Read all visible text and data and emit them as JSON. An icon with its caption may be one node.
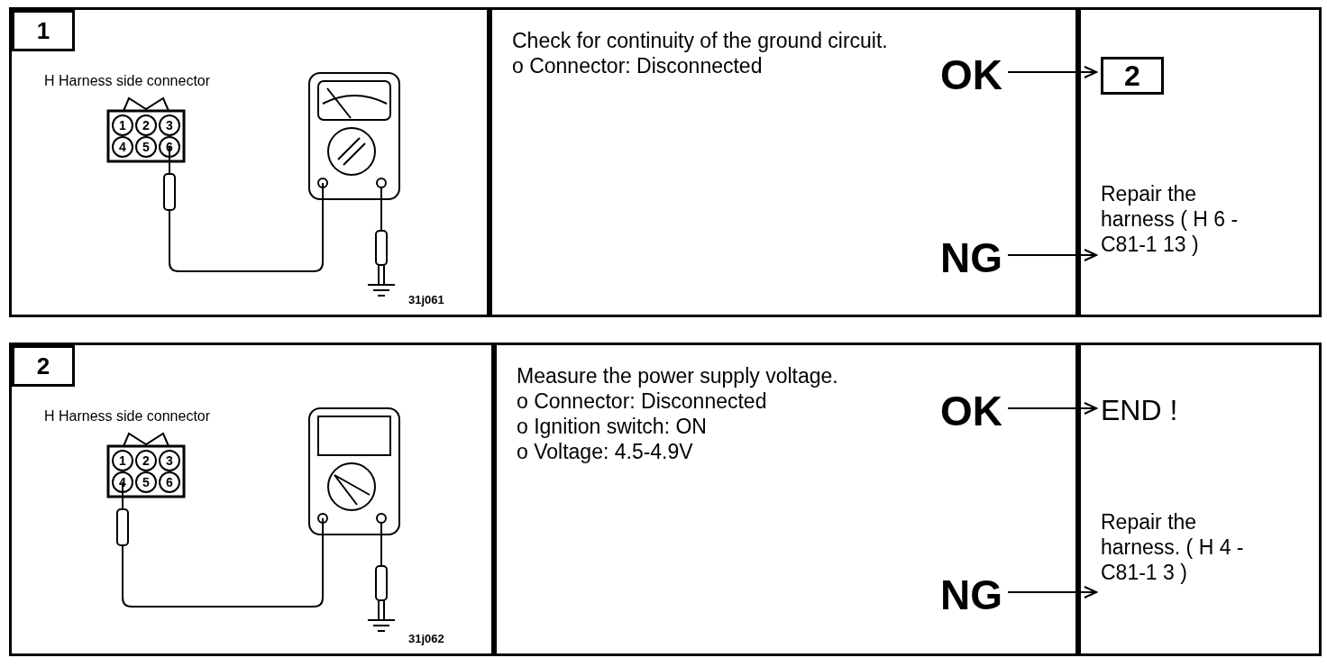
{
  "diagram": {
    "nodes": [
      {
        "text": [
          "H Harness side connector",
          "31j061"
        ]
      },
      {
        "text": [
          "1"
        ],
        "in": 0
      },
      {
        "text": [
          "Check for continuity of the ground circuit.",
          "o Connector: Disconnected"
        ]
      },
      {
        "text": [
          "OK"
        ],
        "in": 2
      },
      {
        "text": [
          "NG"
        ],
        "in": 2
      },
      {
        "text": [],
        "shape": "box"
      },
      {
        "text": [
          "2"
        ],
        "in": 5
      },
      {
        "text": [
          "Repair the harness ( H 6 - C81-1 13 )"
        ],
        "in": 5
      },
      {
        "text": [
          "H Harness side connector",
          "31j062"
        ]
      },
      {
        "text": [
          "2"
        ],
        "in": 8
      },
      {
        "text": [
          "Measure the power supply voltage.",
          "o Connector: Disconnected",
          "o Ignition switch: ON",
          "o Voltage: 4.5-4.9V"
        ]
      },
      {
        "text": [
          "OK"
        ],
        "in": 10
      },
      {
        "text": [
          "NG"
        ],
        "in": 10
      },
      {
        "text": [],
        "shape": "box"
      },
      {
        "text": [
          "END !"
        ],
        "in": 13
      },
      {
        "text": [
          "Repair the harness. ( H 4 - C81-1 3 )"
        ],
        "in": 13
      }
    ],
    "edges": [
      {
        "from": 3,
        "to": 6,
        "arrow": "to"
      },
      {
        "from": 4,
        "to": 7,
        "arrow": "to"
      },
      {
        "from": 11,
        "to": 14,
        "arrow": "to"
      },
      {
        "from": 12,
        "to": 15,
        "arrow": "to"
      }
    ],
    "labels": [
      "1",
      "2",
      "3",
      "4",
      "5",
      "6",
      "1",
      "2",
      "3",
      "4",
      "5",
      "6"
    ]
  }
}
